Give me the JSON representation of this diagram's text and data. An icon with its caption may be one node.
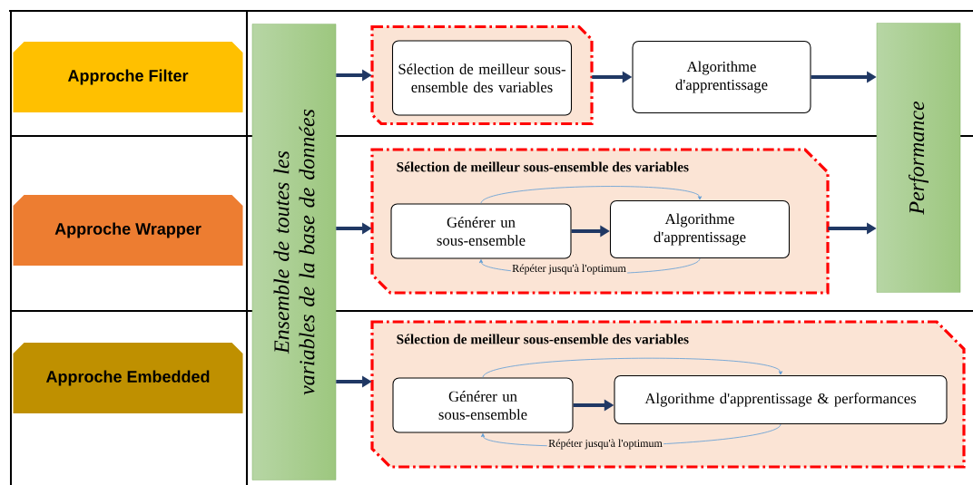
{
  "diagram": {
    "nodes": [
      {
        "text": [
          "Approche Filter"
        ]
      },
      {
        "text": [
          "Approche Wrapper"
        ]
      },
      {
        "text": [
          "Approche Embedded"
        ]
      },
      {
        "text": [
          "Ensemble de toutes les variables de la base de données"
        ]
      },
      {
        "text": [
          "Performance"
        ]
      },
      {
        "text": [],
        "shape": "box"
      },
      {
        "text": [
          "Sélection de meilleur sous-ensemble des variables"
        ],
        "in": 5
      },
      {
        "text": [
          "Algorithme d'apprentissage"
        ]
      },
      {
        "text": [
          "Sélection de meilleur sous-ensemble des variables"
        ]
      },
      {
        "text": [
          "Générer un sous-ensemble"
        ],
        "in": 8
      },
      {
        "text": [
          "Algorithme d'apprentissage"
        ],
        "in": 8
      },
      {
        "text": [
          "Sélection de meilleur sous-ensemble des variables"
        ]
      },
      {
        "text": [
          "Générer un sous-ensemble"
        ],
        "in": 11
      },
      {
        "text": [
          "Algorithme d'apprentissage & performances"
        ],
        "in": 11
      }
    ],
    "edges": [
      {
        "from": 3,
        "to": 5,
        "arrow": "to"
      },
      {
        "from": 5,
        "to": 7,
        "arrow": "to"
      },
      {
        "from": 7,
        "to": 4,
        "arrow": "to"
      },
      {
        "from": 3,
        "to": 8,
        "arrow": "to"
      },
      {
        "from": 9,
        "to": 10,
        "arrow": "to"
      },
      {
        "from": 9,
        "to": 10,
        "arrow": "to",
        "color": "#5b9bd5"
      },
      {
        "from": 10,
        "to": 9,
        "arrow": "to",
        "color": "#5b9bd5",
        "label": "Répéter jusqu'à l'optimum"
      },
      {
        "from": 8,
        "to": 4,
        "arrow": "to"
      },
      {
        "from": 3,
        "to": 11,
        "arrow": "to"
      },
      {
        "from": 12,
        "to": 13,
        "arrow": "to"
      },
      {
        "from": 12,
        "to": 13,
        "arrow": "to",
        "color": "#5b9bd5"
      },
      {
        "from": 13,
        "to": 12,
        "arrow": "to",
        "color": "#5b9bd5",
        "label": "Répéter jusqu'à l'optimum"
      }
    ]
  }
}
